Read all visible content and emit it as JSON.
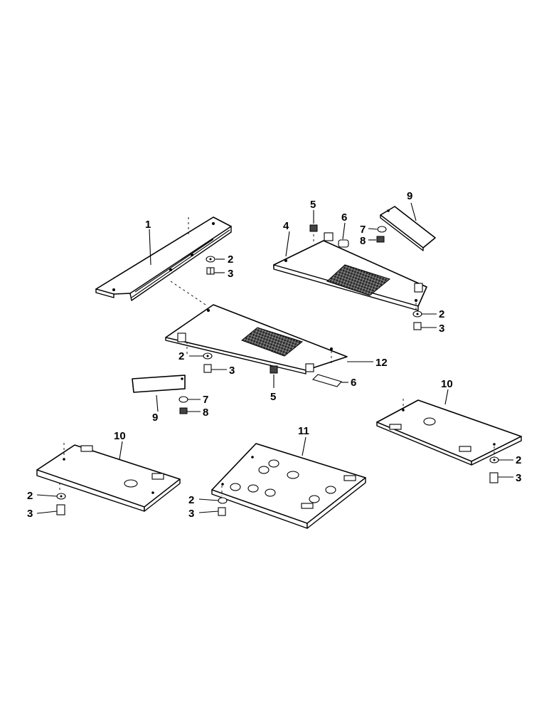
{
  "callouts": {
    "c1": "1",
    "c2": "2",
    "c3": "3",
    "c4": "4",
    "c5": "5",
    "c6": "6",
    "c7": "7",
    "c8": "8",
    "c9": "9",
    "c10": "10",
    "c11": "11",
    "c12": "12"
  },
  "colors": {
    "line": "#000000",
    "background": "#ffffff",
    "screen": "#2a2a2a"
  }
}
